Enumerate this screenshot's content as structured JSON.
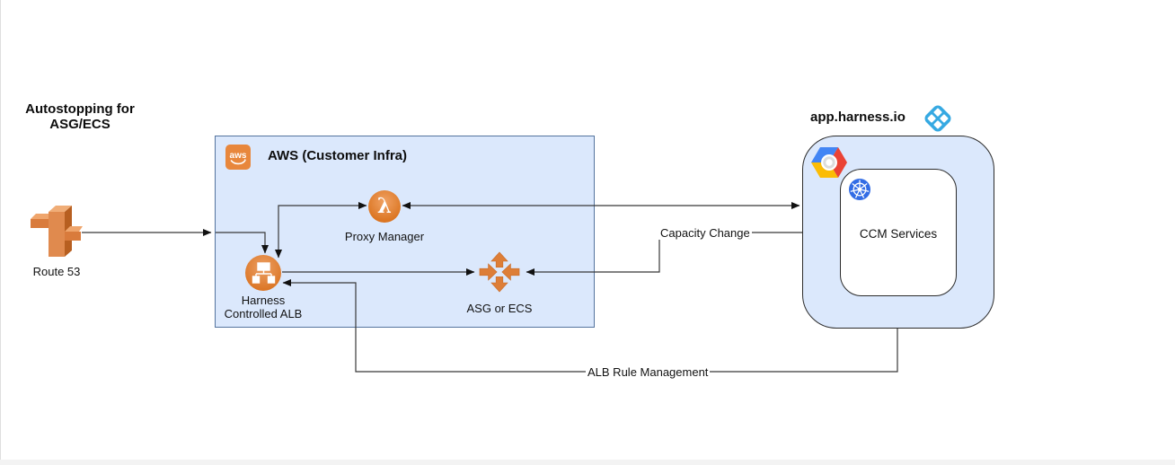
{
  "diagram": {
    "title": {
      "line1": "Autostopping for",
      "line2": "ASG/ECS"
    },
    "nodes": {
      "route53": {
        "label": "Route 53"
      },
      "aws_group": {
        "title": "AWS (Customer Infra)",
        "logo_text": "aws"
      },
      "proxy_manager": {
        "label": "Proxy Manager",
        "glyph": "λ"
      },
      "alb": {
        "label_line1": "Harness",
        "label_line2": "Controlled ALB"
      },
      "asg": {
        "label": "ASG or ECS"
      },
      "harness_group": {
        "title": "app.harness.io"
      },
      "ccm_services": {
        "label": "CCM Services"
      }
    },
    "edge_labels": {
      "capacity_change": "Capacity Change",
      "alb_rule_management": "ALB Rule Management"
    },
    "colors": {
      "group_fill": "#DBE8FC",
      "aws_group_border": "#54749E",
      "aws_orange": "#E0813D",
      "harness_blue": "#36A9E2",
      "kubernetes_blue": "#326CE5",
      "gcp_blue": "#4285F4",
      "gcp_red": "#EA4335",
      "gcp_yellow": "#FBBC05",
      "connector": "#383838"
    }
  }
}
